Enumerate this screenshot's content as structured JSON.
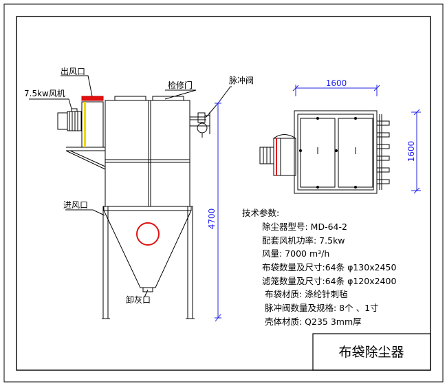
{
  "title": "布袋除尘器",
  "labels": {
    "outlet": "出风口",
    "fan": "7.5kw风机",
    "access_door": "检修门",
    "pulse_valve": "脉冲阀",
    "inlet": "进风口",
    "ash_outlet": "卸灰口"
  },
  "dimensions": {
    "height": "4700",
    "top_width": "1600",
    "top_depth": "1600"
  },
  "specs": {
    "heading": "技术参数:",
    "lines": [
      "除尘器型号: MD-64-2",
      "配套风机功率: 7.5kw",
      "风量: 7000 m³/h",
      "布袋数量及尺寸:64条  φ130x2450",
      "滤笼数量及尺寸:64条  φ120x2400",
      "布袋材质: 涤纶针刺毡",
      "脉冲阀数量及规格: 8个 、1寸",
      "壳体材质: Q235  3mm厚"
    ]
  },
  "colors": {
    "line": "#000000",
    "dimension": "#2323e6",
    "highlight": "#e01010",
    "yellow_pipe": "#f2d600"
  }
}
